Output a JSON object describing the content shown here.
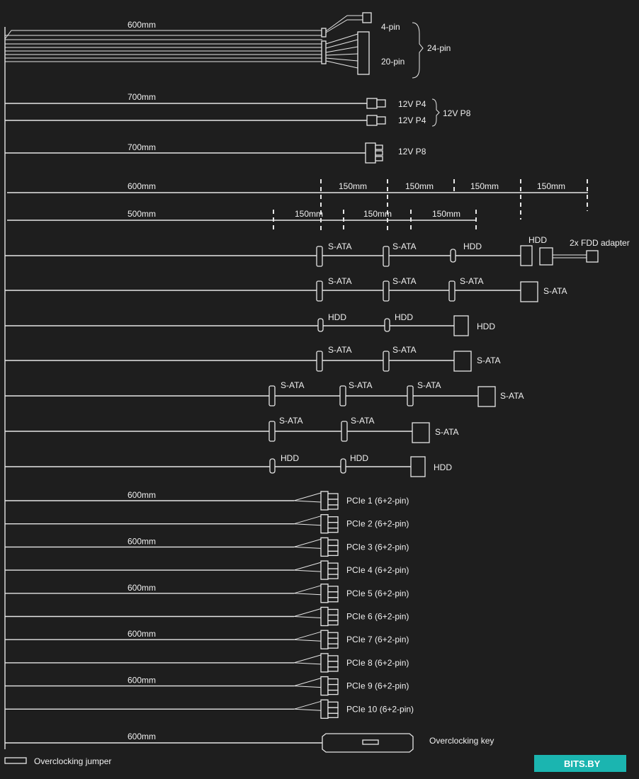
{
  "colors": {
    "background": "#1e1e1e",
    "line": "#e6e6e6",
    "text": "#f0f0f0",
    "badge": "#1bb5b0"
  },
  "atx": {
    "length": "600mm",
    "pin4": "4-pin",
    "pin20": "20-pin",
    "pin24": "24-pin"
  },
  "cpu1": {
    "length": "700mm",
    "p4a": "12V P4",
    "p4b": "12V P4",
    "p8": "12V P8"
  },
  "cpu2": {
    "length": "700mm",
    "p8": "12V P8"
  },
  "measure1": {
    "length": "600mm",
    "segments": [
      "150mm",
      "150mm",
      "150mm",
      "150mm"
    ]
  },
  "measure2": {
    "length": "500mm",
    "segments": [
      "150mm",
      "150mm",
      "150mm"
    ]
  },
  "periph_rows": [
    [
      "S-ATA",
      "S-ATA",
      "HDD",
      "HDD",
      "2x FDD adapter"
    ],
    [
      "S-ATA",
      "S-ATA",
      "S-ATA",
      "S-ATA"
    ],
    [
      "HDD",
      "HDD",
      "HDD"
    ],
    [
      "S-ATA",
      "S-ATA",
      "S-ATA"
    ],
    [
      "S-ATA",
      "S-ATA",
      "S-ATA",
      "S-ATA"
    ],
    [
      "S-ATA",
      "S-ATA",
      "S-ATA"
    ],
    [
      "HDD",
      "HDD",
      "HDD"
    ]
  ],
  "pcie": {
    "lengths": [
      "600mm",
      "600mm",
      "600mm",
      "600mm",
      "600mm"
    ],
    "labels": [
      "PCIe 1 (6+2-pin)",
      "PCIe 2 (6+2-pin)",
      "PCIe 3 (6+2-pin)",
      "PCIe 4 (6+2-pin)",
      "PCIe 5 (6+2-pin)",
      "PCIe 6 (6+2-pin)",
      "PCIe 7 (6+2-pin)",
      "PCIe 8 (6+2-pin)",
      "PCIe 9 (6+2-pin)",
      "PCIe 10 (6+2-pin)"
    ]
  },
  "oc_key": {
    "length": "600mm",
    "label": "Overclocking key"
  },
  "oc_jumper": {
    "label": "Overclocking jumper"
  },
  "badge": {
    "text": "BITS.BY"
  }
}
